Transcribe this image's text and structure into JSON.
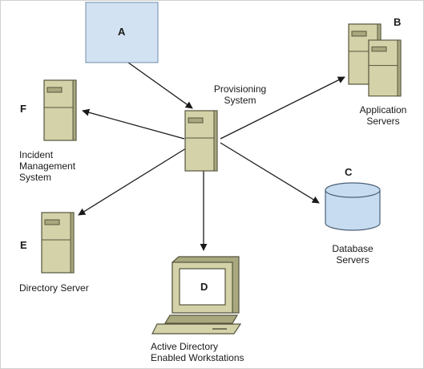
{
  "colors": {
    "server_body": "#d4d2a8",
    "server_shadow": "#a9a77e",
    "server_outline": "#55553f",
    "box_a_fill": "#d2e2f2",
    "database_fill": "#c7dcf0",
    "monitor_screen": "#ffffff",
    "arrow": "#1a1a1a",
    "border": "#d0d0d0"
  },
  "nodes": {
    "box_a": {
      "letter": "A",
      "icon": "blank-system-box"
    },
    "provisioning": {
      "label_line1": "Provisioning",
      "label_line2": "System",
      "icon": "server-tower-icon"
    },
    "app_servers": {
      "letter": "B",
      "label_line1": "Application",
      "label_line2": "Servers",
      "icon": "server-pair-icon"
    },
    "incident": {
      "letter": "F",
      "label_line1": "Incident",
      "label_line2": "Management",
      "label_line3": "System",
      "icon": "server-tower-icon"
    },
    "database": {
      "letter": "C",
      "label_line1": "Database",
      "label_line2": "Servers",
      "icon": "database-cylinder-icon"
    },
    "directory": {
      "letter": "E",
      "label": "Directory Server",
      "icon": "server-tower-icon"
    },
    "workstations": {
      "letter": "D",
      "label_line1": "Active Directory",
      "label_line2": "Enabled Workstations",
      "icon": "desktop-computer-icon"
    }
  },
  "edges": [
    {
      "from": "A",
      "to": "Provisioning System"
    },
    {
      "from": "Provisioning System",
      "to": "Application Servers"
    },
    {
      "from": "Provisioning System",
      "to": "Incident Management System"
    },
    {
      "from": "Provisioning System",
      "to": "Database Servers"
    },
    {
      "from": "Provisioning System",
      "to": "Directory Server"
    },
    {
      "from": "Provisioning System",
      "to": "Active Directory Enabled Workstations"
    }
  ]
}
